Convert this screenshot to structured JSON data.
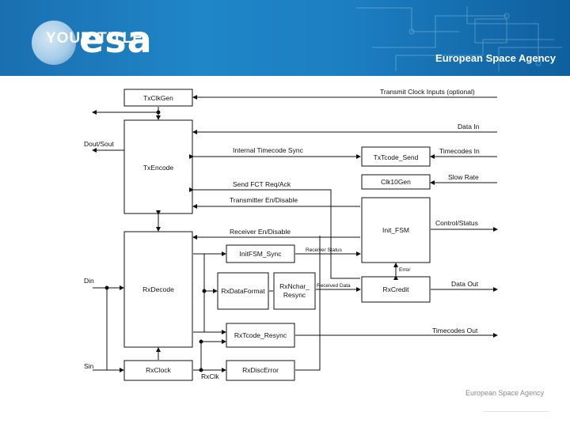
{
  "header": {
    "logo_text": "esa",
    "overlay_text": "YOUR TITLE",
    "agency": "European Space Agency"
  },
  "footer": {
    "agency": "European Space Agency"
  },
  "blocks": {
    "txclkgen": "TxClkGen",
    "txencode": "TxEncode",
    "txtcode_send": "TxTcode_Send",
    "clk10gen": "Clk10Gen",
    "init_fsm": "Init_FSM",
    "rxdecode": "RxDecode",
    "initfsm_sync": "InitFSM_Sync",
    "rxdataformat": "RxDataFormat",
    "rxnchar_resync_1": "RxNchar_",
    "rxnchar_resync_2": "Resync",
    "rxcredit": "RxCredit",
    "rxtcode_resync": "RxTcode_Resync",
    "rxclock": "RxClock",
    "rxdiscerror": "RxDiscError"
  },
  "signals": {
    "transmit_clock_inputs": "Transmit Clock Inputs (optional)",
    "data_in": "Data In",
    "dout_sout": "Dout/Sout",
    "internal_timecode_sync": "Internal Timecode Sync",
    "timecodes_in": "Timecodes In",
    "slow_rate": "Slow Rate",
    "send_fct": "Send FCT Req/Ack",
    "transmitter_en": "Transmitter En/Disable",
    "control_status": "Control/Status",
    "receiver_en": "Receiver En/Disable",
    "receiver_status": "Receiver Status",
    "error": "Error",
    "din": "Din",
    "received_data": "Received Data",
    "data_out": "Data Out",
    "timecodes_out": "Timecodes Out",
    "sin": "Sin",
    "rxclk": "RxClk"
  }
}
